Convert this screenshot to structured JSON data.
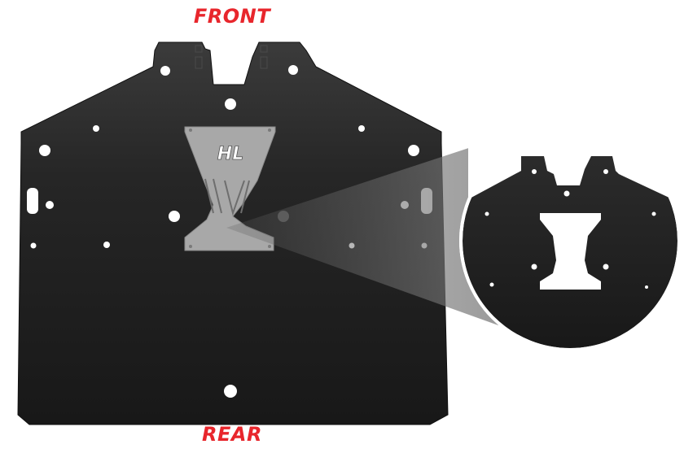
{
  "labels": {
    "front": "FRONT",
    "rear": "REAR"
  },
  "logo": {
    "text": "HL"
  },
  "colors": {
    "label_accent": "#e8262c",
    "plate_dark": "#1b1b1b",
    "plate_light": "#3a3a3a",
    "insert_plate": "#a9a9a9",
    "background": "#ffffff"
  }
}
